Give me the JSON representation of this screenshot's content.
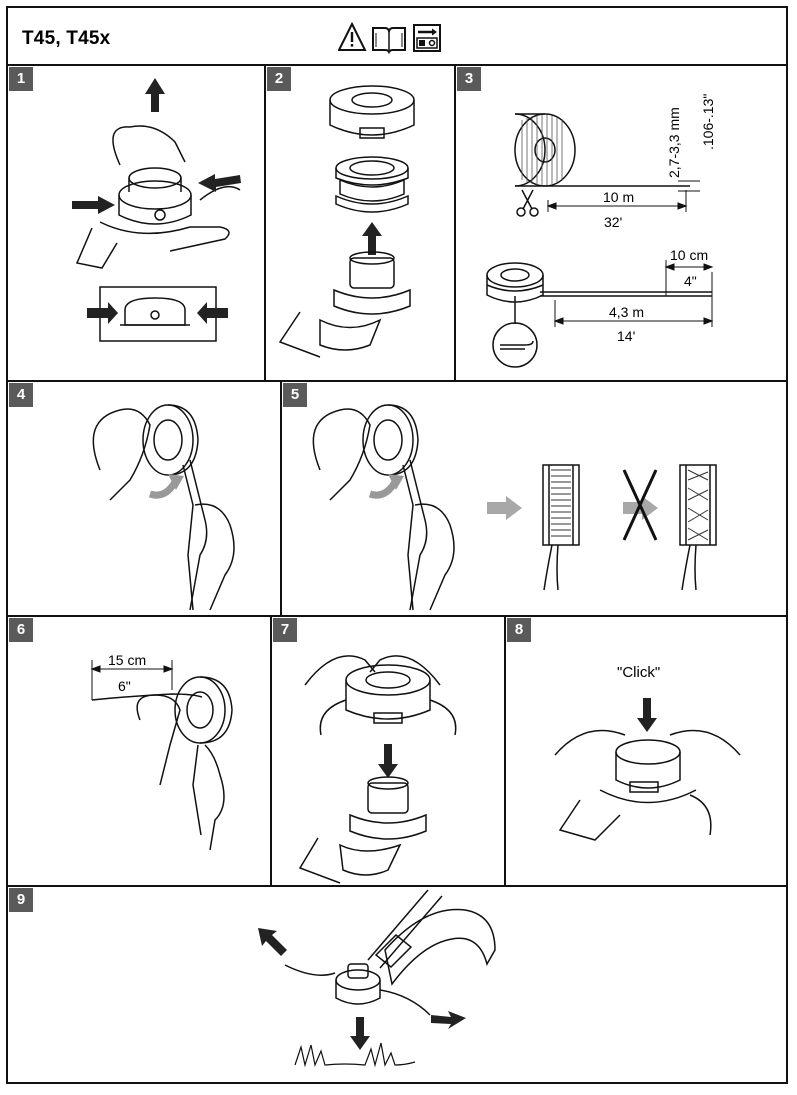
{
  "header": {
    "model": "T45, T45x",
    "icons": [
      "warning-triangle-icon",
      "manual-book-icon",
      "procedure-reference-icon"
    ]
  },
  "steps": [
    {
      "number": "1"
    },
    {
      "number": "2"
    },
    {
      "number": "3",
      "dims": {
        "line_thickness": "2,7-3,3 mm",
        "line_thickness_in": ".106-.13\"",
        "cut_length": "10 m",
        "cut_length_ft": "32'",
        "end_length": "10 cm",
        "end_length_in": "4\"",
        "wind_length": "4,3 m",
        "wind_length_ft": "14'"
      }
    },
    {
      "number": "4"
    },
    {
      "number": "5"
    },
    {
      "number": "6",
      "dims": {
        "free_end": "15 cm",
        "free_end_in": "6\""
      }
    },
    {
      "number": "7"
    },
    {
      "number": "8",
      "sound": "\"Click\""
    },
    {
      "number": "9"
    }
  ],
  "colors": {
    "border": "#111111",
    "badge": "#5a5a5a",
    "arrow": "#222222",
    "hint_arrow": "#a8a8a8"
  }
}
